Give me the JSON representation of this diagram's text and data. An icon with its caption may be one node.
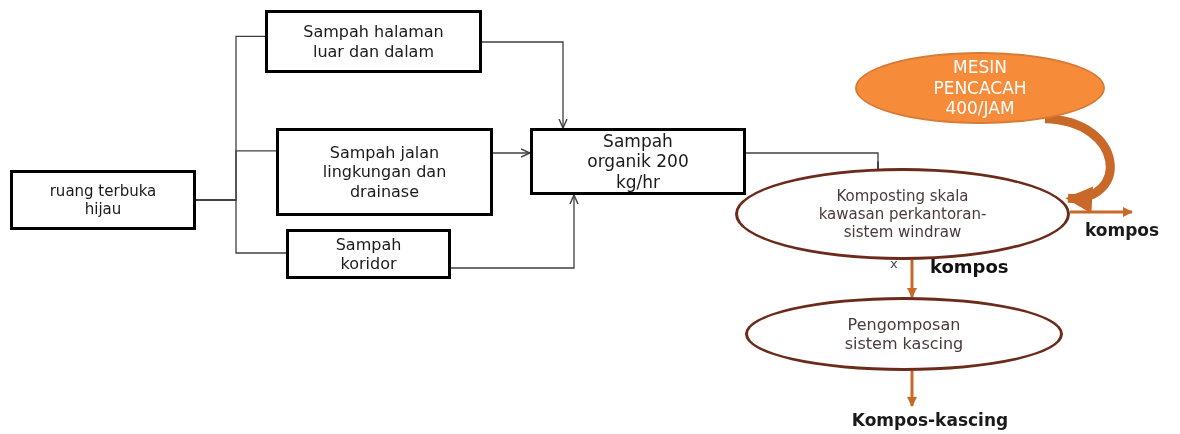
{
  "diagram": {
    "nodes": [
      {
        "text": [
          "ruang terbuka hijau"
        ]
      },
      {
        "text": [
          "Sampah halaman luar dan dalam"
        ]
      },
      {
        "text": [
          "Sampah jalan lingkungan dan drainase"
        ]
      },
      {
        "text": [
          "Sampah koridor"
        ]
      },
      {
        "text": [
          "Sampah organik 200 kg/hr"
        ]
      },
      {
        "text": [
          "MESIN PENCACAH 400/JAM"
        ]
      },
      {
        "text": [
          "Komposting skala kawasan perkantoran- sistem windraw"
        ]
      },
      {
        "text": [
          "Pengomposan sistem kascing"
        ]
      },
      {
        "text": [
          "kompos"
        ]
      },
      {
        "text": [
          "Kompos-kascing"
        ]
      }
    ],
    "edges": [
      {
        "from": 0,
        "to": 1,
        "arrow": "none"
      },
      {
        "from": 0,
        "to": 2,
        "arrow": "none"
      },
      {
        "from": 0,
        "to": 3,
        "arrow": "none"
      },
      {
        "from": 1,
        "to": 4,
        "arrow": "to"
      },
      {
        "from": 2,
        "to": 4,
        "arrow": "to"
      },
      {
        "from": 3,
        "to": 4,
        "arrow": "to"
      },
      {
        "from": 4,
        "to": 6,
        "arrow": "other"
      },
      {
        "from": 5,
        "to": 6,
        "arrow": "to",
        "style": "thick",
        "color": "#c8692a"
      },
      {
        "from": 6,
        "to": 8,
        "arrow": "to",
        "color": "#c8692a"
      },
      {
        "from": 6,
        "to": 7,
        "arrow": "to",
        "label": "kompos",
        "color": "#c8692a"
      },
      {
        "from": 7,
        "to": 9,
        "arrow": "to",
        "color": "#c8692a"
      }
    ],
    "labels": [
      "x"
    ]
  }
}
